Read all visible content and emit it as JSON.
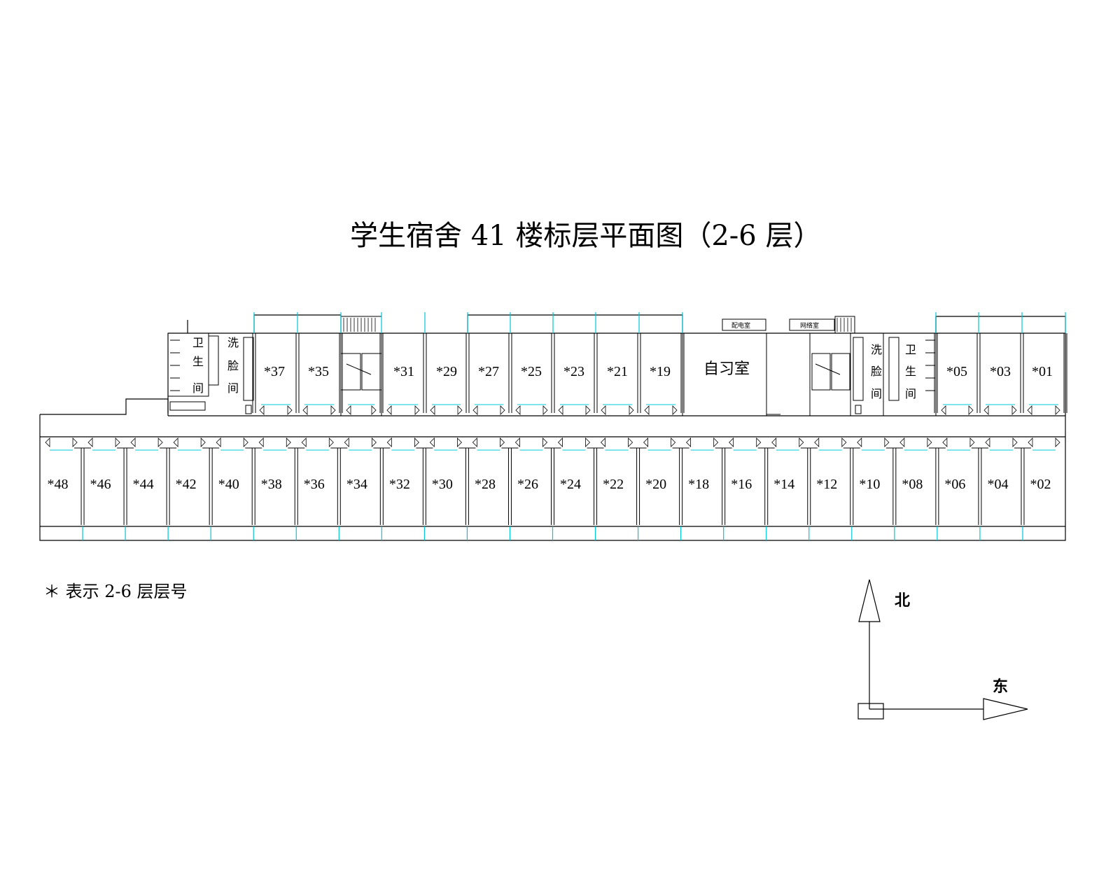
{
  "title": "学生宿舍 41 楼标层平面图（2-6 层）",
  "north_rooms_west": [
    "*37",
    "*35"
  ],
  "north_rooms_mid": [
    "*31",
    "*29",
    "*27",
    "*25",
    "*23",
    "*21",
    "*19"
  ],
  "north_rooms_east": [
    "*05",
    "*03",
    "*01"
  ],
  "south_rooms": [
    "*48",
    "*46",
    "*44",
    "*42",
    "*40",
    "*38",
    "*36",
    "*34",
    "*32",
    "*30",
    "*28",
    "*26",
    "*24",
    "*22",
    "*20",
    "*18",
    "*16",
    "*14",
    "*12",
    "*10",
    "*08",
    "*06",
    "*04",
    "*02"
  ],
  "study_room": "自习室",
  "power_room": "配电室",
  "network_room": "网络室",
  "toilet_chars": [
    "卫",
    "生",
    "间"
  ],
  "washroom_chars": [
    "洗",
    "脸",
    "间"
  ],
  "note": "＊ 表示 2-6 层层号",
  "compass": {
    "north": "北",
    "east": "东"
  },
  "colors": {
    "line": "#000000",
    "window": "#00c8d8",
    "background": "#ffffff"
  }
}
